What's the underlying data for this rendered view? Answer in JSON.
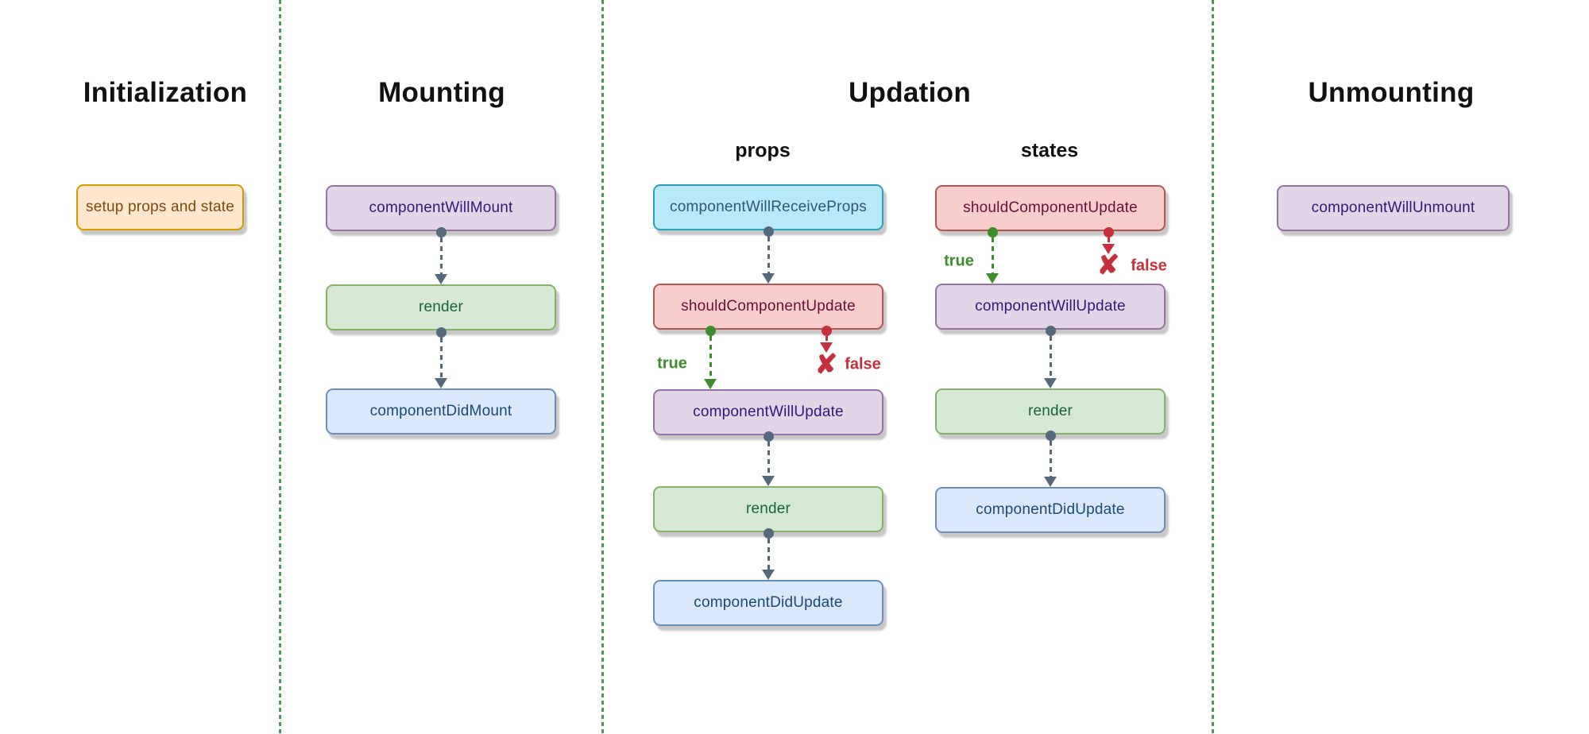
{
  "titles": {
    "initialization": "Initialization",
    "mounting": "Mounting",
    "updation": "Updation",
    "unmounting": "Unmounting"
  },
  "subheaders": {
    "props": "props",
    "states": "states"
  },
  "boxes": {
    "setup_props_and_state": "setup props and state",
    "component_will_mount": "componentWillMount",
    "render_mounting": "render",
    "component_did_mount": "componentDidMount",
    "component_will_receive_props": "componentWillReceiveProps",
    "should_component_update_props": "shouldComponentUpdate",
    "component_will_update_props": "componentWillUpdate",
    "render_props": "render",
    "component_did_update_props": "componentDidUpdate",
    "should_component_update_states": "shouldComponentUpdate",
    "component_will_update_states": "componentWillUpdate",
    "render_states": "render",
    "component_did_update_states": "componentDidUpdate",
    "component_will_unmount": "componentWillUnmount"
  },
  "branch_labels": {
    "true_label": "true",
    "false_label": "false"
  },
  "icons": {
    "false_cross_icon": "✘"
  },
  "colors": {
    "separator_green": "#4d9950",
    "connector_gray": "#56687B",
    "branch_true_green": "#3E8D2C",
    "branch_false_red": "#C5303C",
    "box_orange_fill": "#FFE6CC",
    "box_orange_border": "#D79B00",
    "box_orange_text": "#7D4A12",
    "box_purple_fill": "#E1D5E7",
    "box_purple_border": "#9673A6",
    "box_purple_text": "#34177A",
    "box_green_fill": "#D5E8D4",
    "box_green_border": "#82B366",
    "box_green_text": "#1B6535",
    "box_blue_fill": "#DAE8FC",
    "box_blue_border": "#6C8EBF",
    "box_blue_text": "#1D4976",
    "box_red_fill": "#F8CECC",
    "box_red_border": "#B85450",
    "box_red_text": "#671039",
    "box_cyan_fill": "#B7E9F8",
    "box_cyan_border": "#2D9FBC",
    "box_cyan_text": "#33566E"
  }
}
